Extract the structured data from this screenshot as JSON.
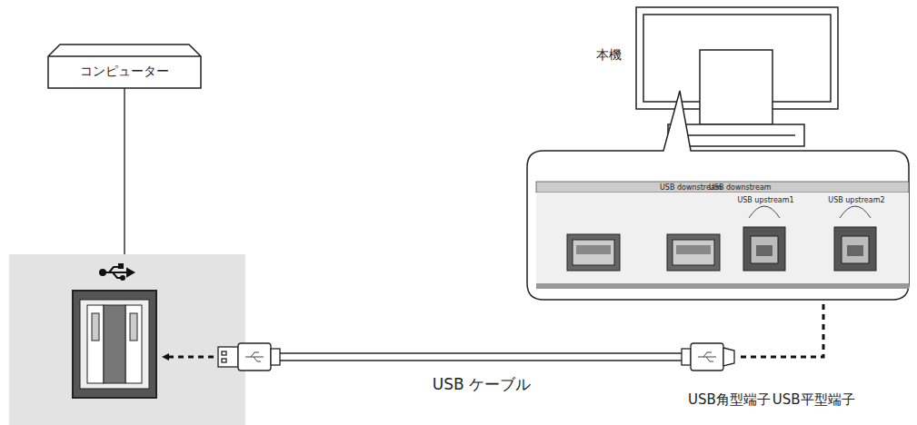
{
  "diagram": {
    "nodes": [
      {
        "text": [
          "コンピューター"
        ]
      },
      {
        "text": [
          "USB downstream",
          "USB downstream",
          "USB upstream1",
          "USB upstream2"
        ]
      }
    ],
    "labels": [
      "本機",
      "USB ケーブル",
      "USB角型端子",
      "USB平型端子"
    ]
  }
}
